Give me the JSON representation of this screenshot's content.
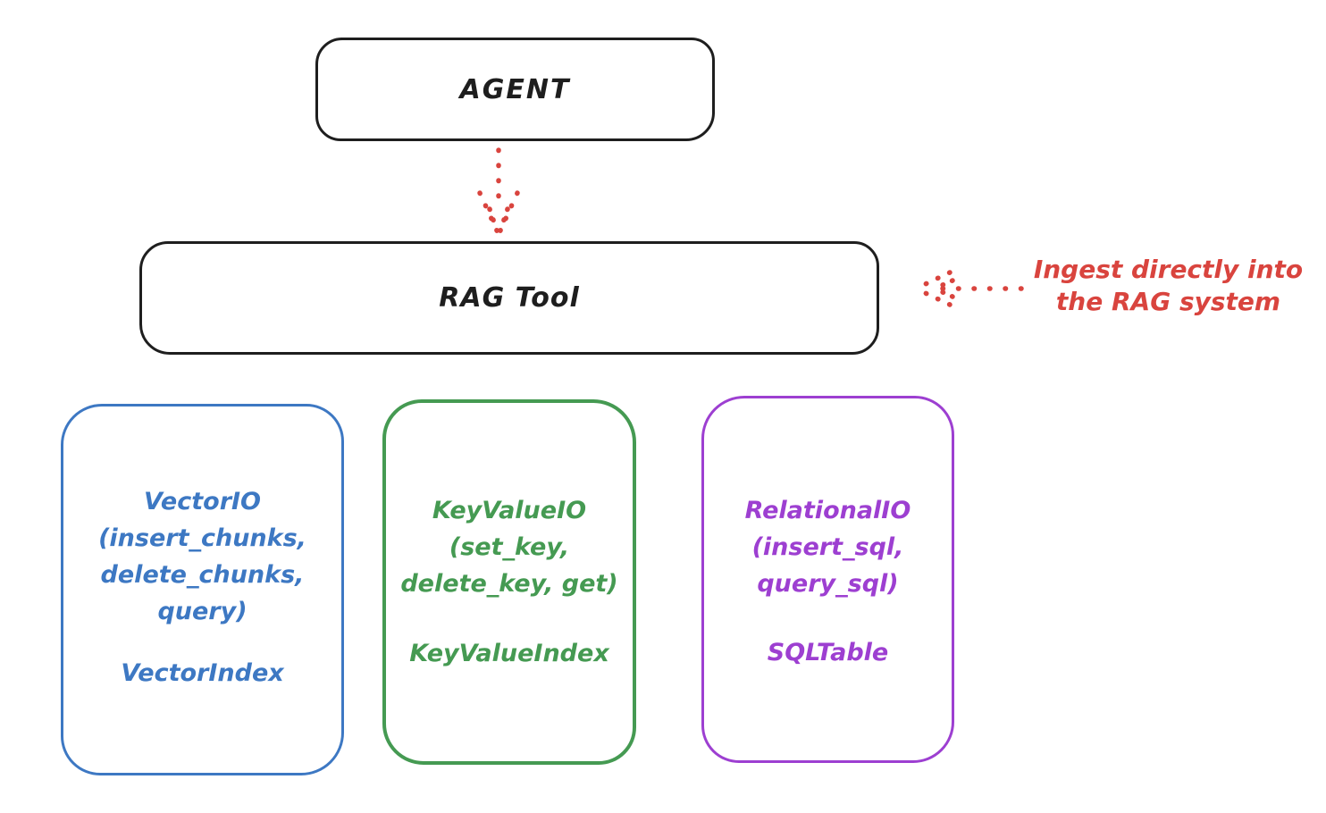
{
  "colors": {
    "ink": "#1e1e1e",
    "red": "#d9443e",
    "blue": "#3d78c3",
    "green": "#459a52",
    "purple": "#9d3fd1",
    "background": "#ffffff"
  },
  "nodes": {
    "agent": {
      "label": "AGENT"
    },
    "rag_tool": {
      "label": "RAG Tool"
    },
    "vector_io": {
      "lines": [
        "VectorIO",
        "(insert_chunks,",
        "delete_chunks,",
        "query)"
      ],
      "index_label": "VectorIndex",
      "color": "#3d78c3"
    },
    "key_value_io": {
      "lines": [
        "KeyValueIO",
        "(set_key,",
        "delete_key, get)"
      ],
      "index_label": "KeyValueIndex",
      "color": "#459a52"
    },
    "relational_io": {
      "lines": [
        "RelationalIO",
        "(insert_sql,",
        "query_sql)"
      ],
      "index_label": "SQLTable",
      "color": "#9d3fd1"
    }
  },
  "annotation": {
    "line1": "Ingest directly into",
    "line2": "the RAG system",
    "color": "#d9443e"
  },
  "arrows": {
    "agent_to_rag": "dotted-down-arrow",
    "ingest_into_rag": "dotted-left-arrow"
  }
}
